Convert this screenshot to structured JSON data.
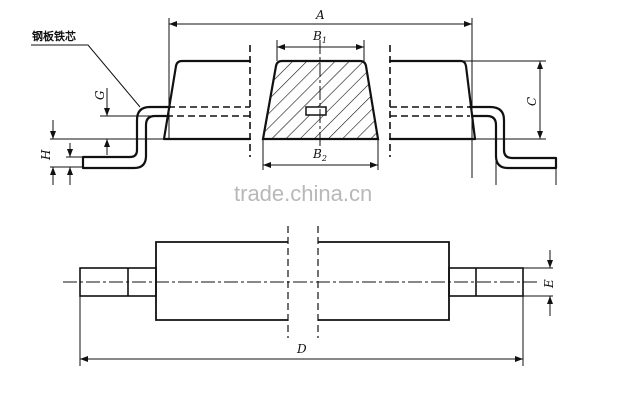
{
  "labels": {
    "core_label": "钢板铁芯",
    "A": "A",
    "B1": "B",
    "B1_sub": "1",
    "B2": "B",
    "B2_sub": "2",
    "C": "C",
    "G": "G",
    "H": "H",
    "D": "D",
    "E": "E"
  },
  "watermark": "trade.china.cn"
}
